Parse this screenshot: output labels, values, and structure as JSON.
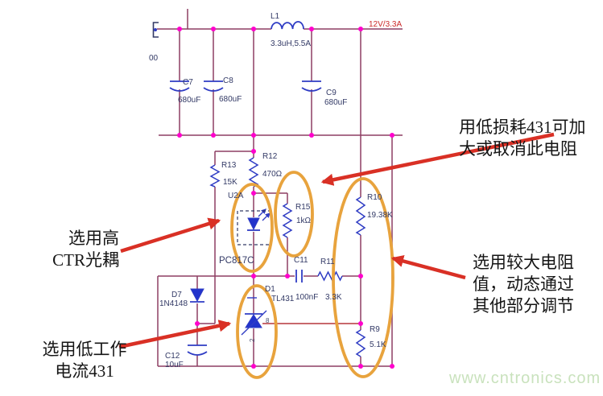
{
  "diagram_title": "TL431 optocoupler feedback circuit with selection notes",
  "net_labels": {
    "vout": "12V/3.3A",
    "partial_left": "00"
  },
  "components": {
    "l1": {
      "ref": "L1",
      "value": "3.3uH,5.5A"
    },
    "c7": {
      "ref": "C7",
      "value": "680uF"
    },
    "c8": {
      "ref": "C8",
      "value": "680uF"
    },
    "c9": {
      "ref": "C9",
      "value": "680uF"
    },
    "r13": {
      "ref": "R13",
      "value": "15K"
    },
    "r12": {
      "ref": "R12",
      "value": "470Ω"
    },
    "r15": {
      "ref": "R15",
      "value": "1kΩ"
    },
    "r10": {
      "ref": "R10",
      "value": "19.38K"
    },
    "r11": {
      "ref": "R11",
      "value": "3.3K"
    },
    "r9": {
      "ref": "R9",
      "value": "5.1K"
    },
    "c11": {
      "ref": "C11",
      "value": "100nF"
    },
    "c12": {
      "ref": "C12",
      "value": "10uF"
    },
    "d7": {
      "ref": "D7",
      "value": "1N4148"
    },
    "d1": {
      "ref": "D1",
      "value": "TL431"
    },
    "u2a": {
      "ref": "U2A",
      "value": "PC817C"
    },
    "tl431_pin_ref": "8",
    "tl431_pin_anode": "2"
  },
  "annotations": {
    "low_loss_431": {
      "lines": [
        "用低损耗431可加",
        "大或取消此电阻"
      ]
    },
    "high_ctr": {
      "lines": [
        "选用高",
        "CTR光耦"
      ]
    },
    "large_resistor": {
      "lines": [
        "选用较大电阻",
        "值，动态通过",
        "其他部分调节"
      ]
    },
    "low_current_431": {
      "lines": [
        "选用低工作",
        "电流431"
      ]
    }
  },
  "watermark": "www.cntronics.com",
  "colors": {
    "wire": "#8d3f63",
    "red_net_wire": "#b5373c",
    "junction_dot": "#ff00cc",
    "component_symbol": "#2f3cc4",
    "label_text": "#333a66",
    "net_label_red": "#cc2a2a",
    "annotation_arrow": "#d93025",
    "highlight_ellipse": "#e8a33d",
    "annotation_text": "#151515",
    "watermark_green": "#c9e2bd"
  }
}
